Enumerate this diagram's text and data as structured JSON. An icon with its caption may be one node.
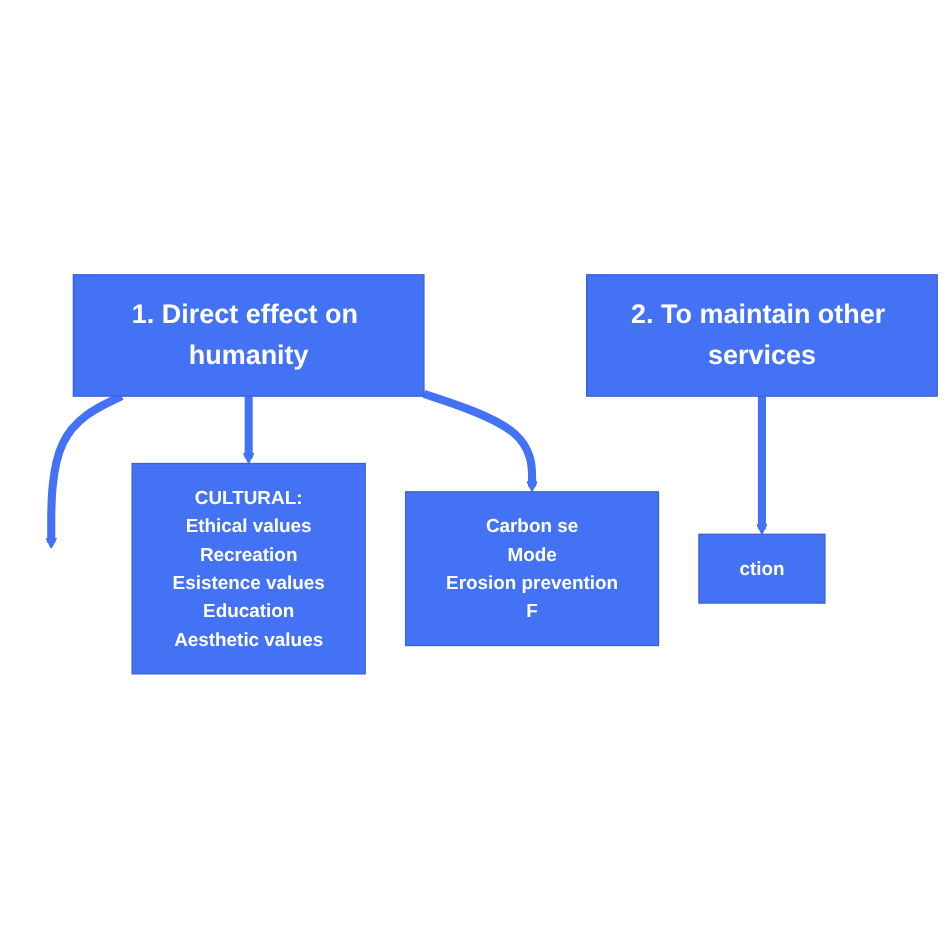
{
  "diagram": {
    "nodes": [
      {
        "text": [
          "1. Direct effect on humanity"
        ]
      },
      {
        "text": [
          "CULTURAL:",
          "Ethical values",
          "Recreation",
          "Esistence values",
          "Education",
          "Aesthetic values"
        ]
      },
      {
        "text": [
          "Carbon se",
          "Mode",
          "Erosion prevention",
          "F"
        ]
      },
      {
        "text": [
          "ction"
        ]
      },
      {
        "text": [
          "2. To maintain other services"
        ]
      }
    ],
    "edges": [
      {
        "from": 0,
        "to": null,
        "arrow": "to"
      },
      {
        "from": 0,
        "to": 1,
        "arrow": "to"
      },
      {
        "from": 0,
        "to": 2,
        "arrow": "to"
      },
      {
        "from": 4,
        "to": 3,
        "arrow": "to"
      }
    ]
  }
}
